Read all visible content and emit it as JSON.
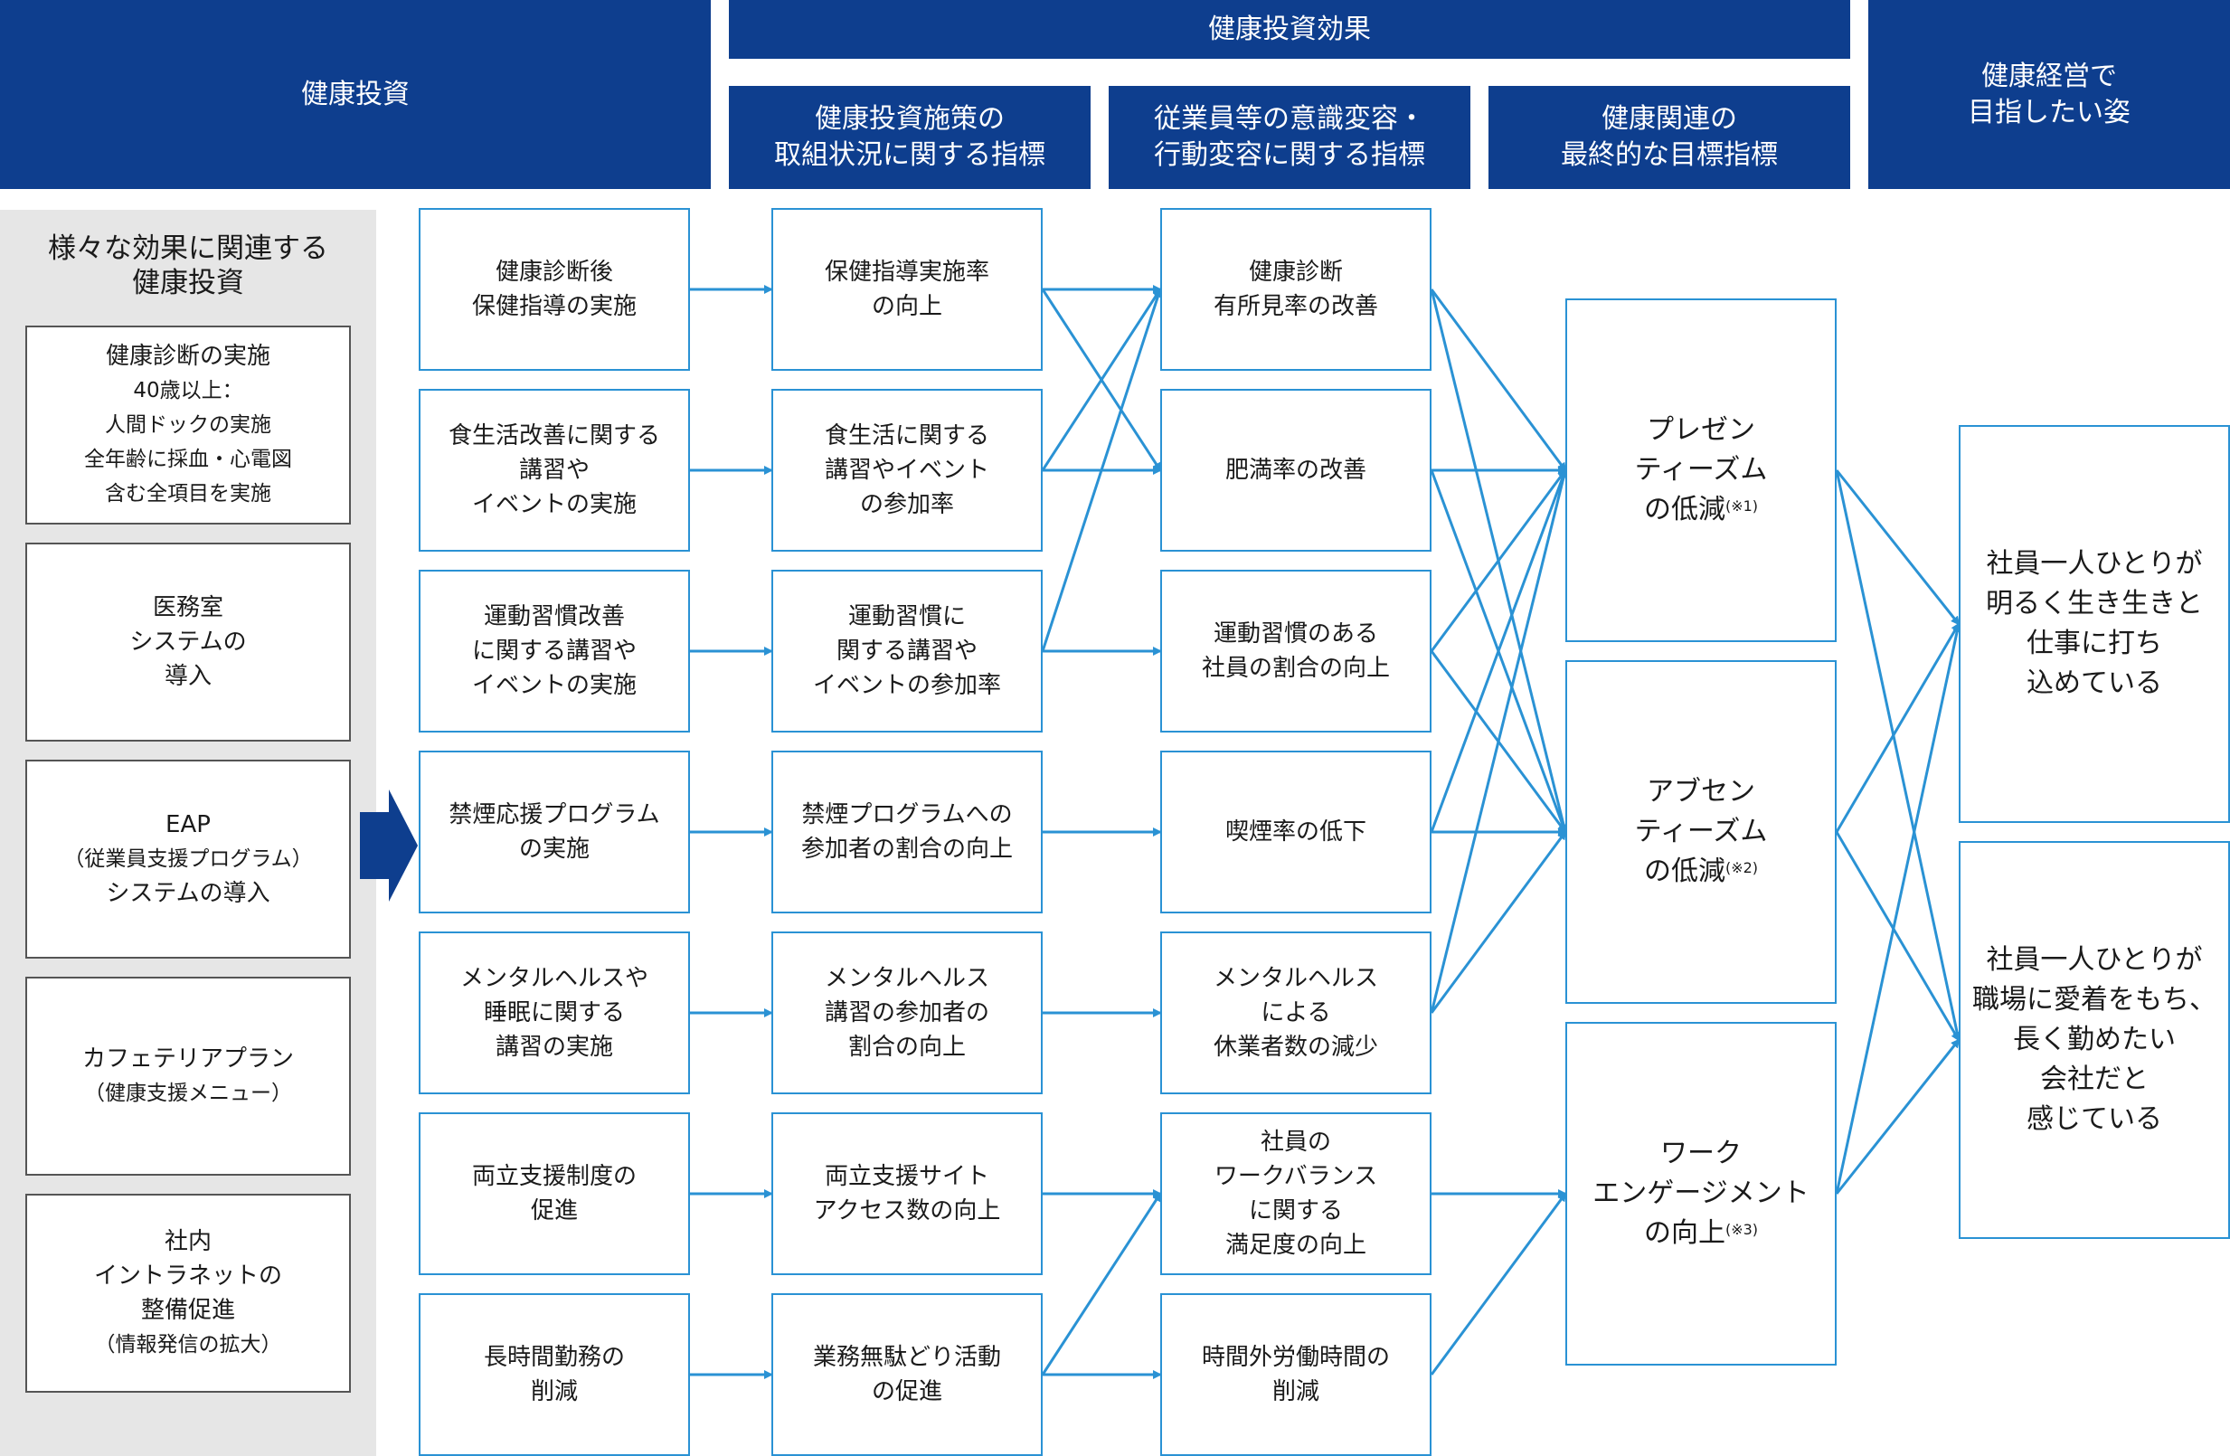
{
  "headers": {
    "investment": "健康投資",
    "effect": "健康投資効果",
    "col_initiatives": "健康投資施策の\n取組状況に関する指標",
    "col_awareness": "従業員等の意識変容・\n行動変容に関する指標",
    "col_final": "健康関連の\n最終的な目標指標",
    "vision": "健康経営で\n目指したい姿"
  },
  "left_panel": {
    "title": "様々な効果に関連する\n健康投資",
    "items": [
      {
        "main": "健康診断の実施",
        "sub": "40歳以上：\n人間ドックの実施\n全年齢に採血・心電図\n含む全項目を実施"
      },
      {
        "main": "医務室\nシステムの\n導入",
        "sub": ""
      },
      {
        "main": "EAP",
        "sub": "（従業員支援プログラム）",
        "main2": "システムの導入"
      },
      {
        "main": "カフェテリアプラン",
        "sub": "（健康支援メニュー）"
      },
      {
        "main": "社内\nイントラネットの\n整備促進",
        "sub": "（情報発信の拡大）"
      }
    ]
  },
  "col1": [
    "健康診断後\n保健指導の実施",
    "食生活改善に関する\n講習や\nイベントの実施",
    "運動習慣改善\nに関する講習や\nイベントの実施",
    "禁煙応援プログラム\nの実施",
    "メンタルヘルスや\n睡眠に関する\n講習の実施",
    "両立支援制度の\n促進",
    "長時間勤務の\n削減"
  ],
  "col2": [
    "保健指導実施率\nの向上",
    "食生活に関する\n講習やイベント\nの参加率",
    "運動習慣に\n関する講習や\nイベントの参加率",
    "禁煙プログラムへの\n参加者の割合の向上",
    "メンタルヘルス\n講習の参加者の\n割合の向上",
    "両立支援サイト\nアクセス数の向上",
    "業務無駄どり活動\nの促進"
  ],
  "col3": [
    "健康診断\n有所見率の改善",
    "肥満率の改善",
    "運動習慣のある\n社員の割合の向上",
    "喫煙率の低下",
    "メンタルヘルス\nによる\n休業者数の減少",
    "社員の\nワークバランス\nに関する\n満足度の向上",
    "時間外労働時間の\n削減"
  ],
  "col4": [
    {
      "text": "プレゼン\nティーズム\nの低減",
      "note": "(※1)"
    },
    {
      "text": "アブセン\nティーズム\nの低減",
      "note": "(※2)"
    },
    {
      "text": "ワーク\nエンゲージメント\nの向上",
      "note": "(※3)"
    }
  ],
  "col5": [
    "社員一人ひとりが\n明るく生き生きと\n仕事に打ち\n込めている",
    "社員一人ひとりが\n職場に愛着をもち、\n長く勤めたい\n会社だと\n感じている"
  ],
  "colors": {
    "header_bg": "#0e3e8e",
    "line": "#2a92d4",
    "panel_bg": "#e6e6e6",
    "big_arrow": "#0e3e8e"
  }
}
